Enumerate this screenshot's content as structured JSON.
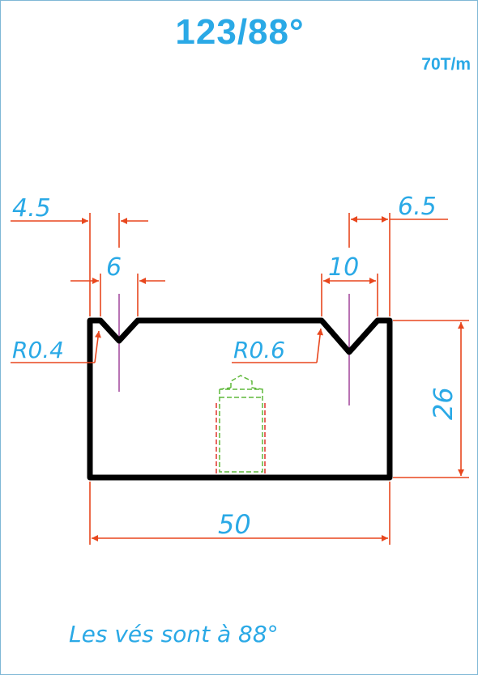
{
  "title": "123/88°",
  "capacity": "70T/m",
  "note": "Les vés sont à 88°",
  "dimensions": {
    "left_offset": "4.5",
    "right_offset": "6.5",
    "left_v_width": "6",
    "right_v_width": "10",
    "left_radius": "R0.4",
    "right_radius": "R0.6",
    "height": "26",
    "width": "50"
  },
  "colors": {
    "text": "#2aa9e6",
    "dimension_lines": "#e8471e",
    "outline": "#000000",
    "centerline": "#a0449a",
    "tenon": "#5fb83a",
    "tenon_hidden": "#e0342c"
  }
}
